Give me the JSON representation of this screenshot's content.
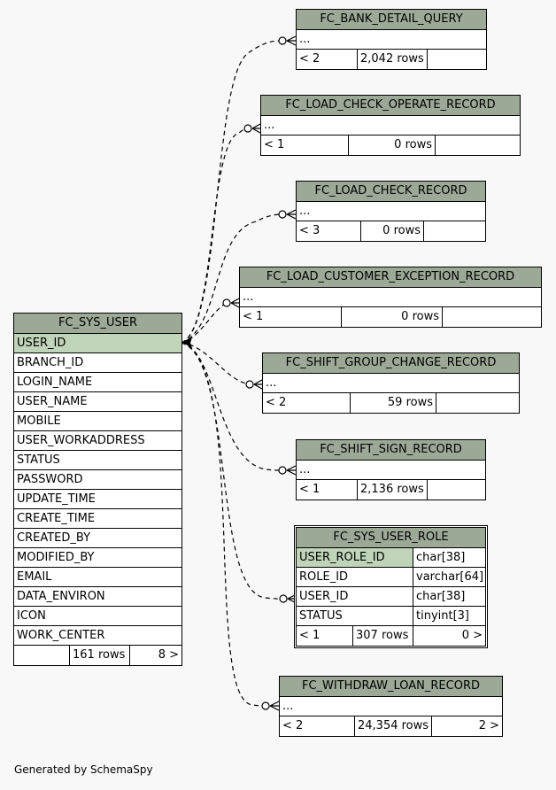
{
  "main_table": {
    "name": "FC_SYS_USER",
    "columns": [
      "USER_ID",
      "BRANCH_ID",
      "LOGIN_NAME",
      "USER_NAME",
      "MOBILE",
      "USER_WORKADDRESS",
      "STATUS",
      "PASSWORD",
      "UPDATE_TIME",
      "CREATE_TIME",
      "CREATED_BY",
      "MODIFIED_BY",
      "EMAIL",
      "DATA_ENVIRON",
      "ICON",
      "WORK_CENTER"
    ],
    "footer": {
      "parents": "",
      "rows": "161 rows",
      "children": "8 >"
    }
  },
  "related_tables": [
    {
      "name": "FC_BANK_DETAIL_QUERY",
      "placeholder": "...",
      "parents": "< 2",
      "rows": "2,042 rows",
      "children": ""
    },
    {
      "name": "FC_LOAD_CHECK_OPERATE_RECORD",
      "placeholder": "...",
      "parents": "< 1",
      "rows": "0 rows",
      "children": ""
    },
    {
      "name": "FC_LOAD_CHECK_RECORD",
      "placeholder": "...",
      "parents": "< 3",
      "rows": "0 rows",
      "children": ""
    },
    {
      "name": "FC_LOAD_CUSTOMER_EXCEPTION_RECORD",
      "placeholder": "...",
      "parents": "< 1",
      "rows": "0 rows",
      "children": ""
    },
    {
      "name": "FC_SHIFT_GROUP_CHANGE_RECORD",
      "placeholder": "...",
      "parents": "< 2",
      "rows": "59 rows",
      "children": ""
    },
    {
      "name": "FC_SHIFT_SIGN_RECORD",
      "placeholder": "...",
      "parents": "< 1",
      "rows": "2,136 rows",
      "children": ""
    },
    {
      "name": "FC_WITHDRAW_LOAN_RECORD",
      "placeholder": "...",
      "parents": "< 2",
      "rows": "24,354 rows",
      "children": "2 >"
    }
  ],
  "user_role_table": {
    "name": "FC_SYS_USER_ROLE",
    "columns": [
      {
        "name": "USER_ROLE_ID",
        "type": "char[38]"
      },
      {
        "name": "ROLE_ID",
        "type": "varchar[64]"
      },
      {
        "name": "USER_ID",
        "type": "char[38]"
      },
      {
        "name": "STATUS",
        "type": "tinyint[3]"
      }
    ],
    "footer": {
      "parents": "< 1",
      "rows": "307 rows",
      "children": "0 >"
    }
  },
  "footer_text": "Generated by SchemaSpy",
  "colors": {
    "header": "#9ca996",
    "primary_key": "#bfd4b8",
    "background": "#f8f8f8"
  }
}
